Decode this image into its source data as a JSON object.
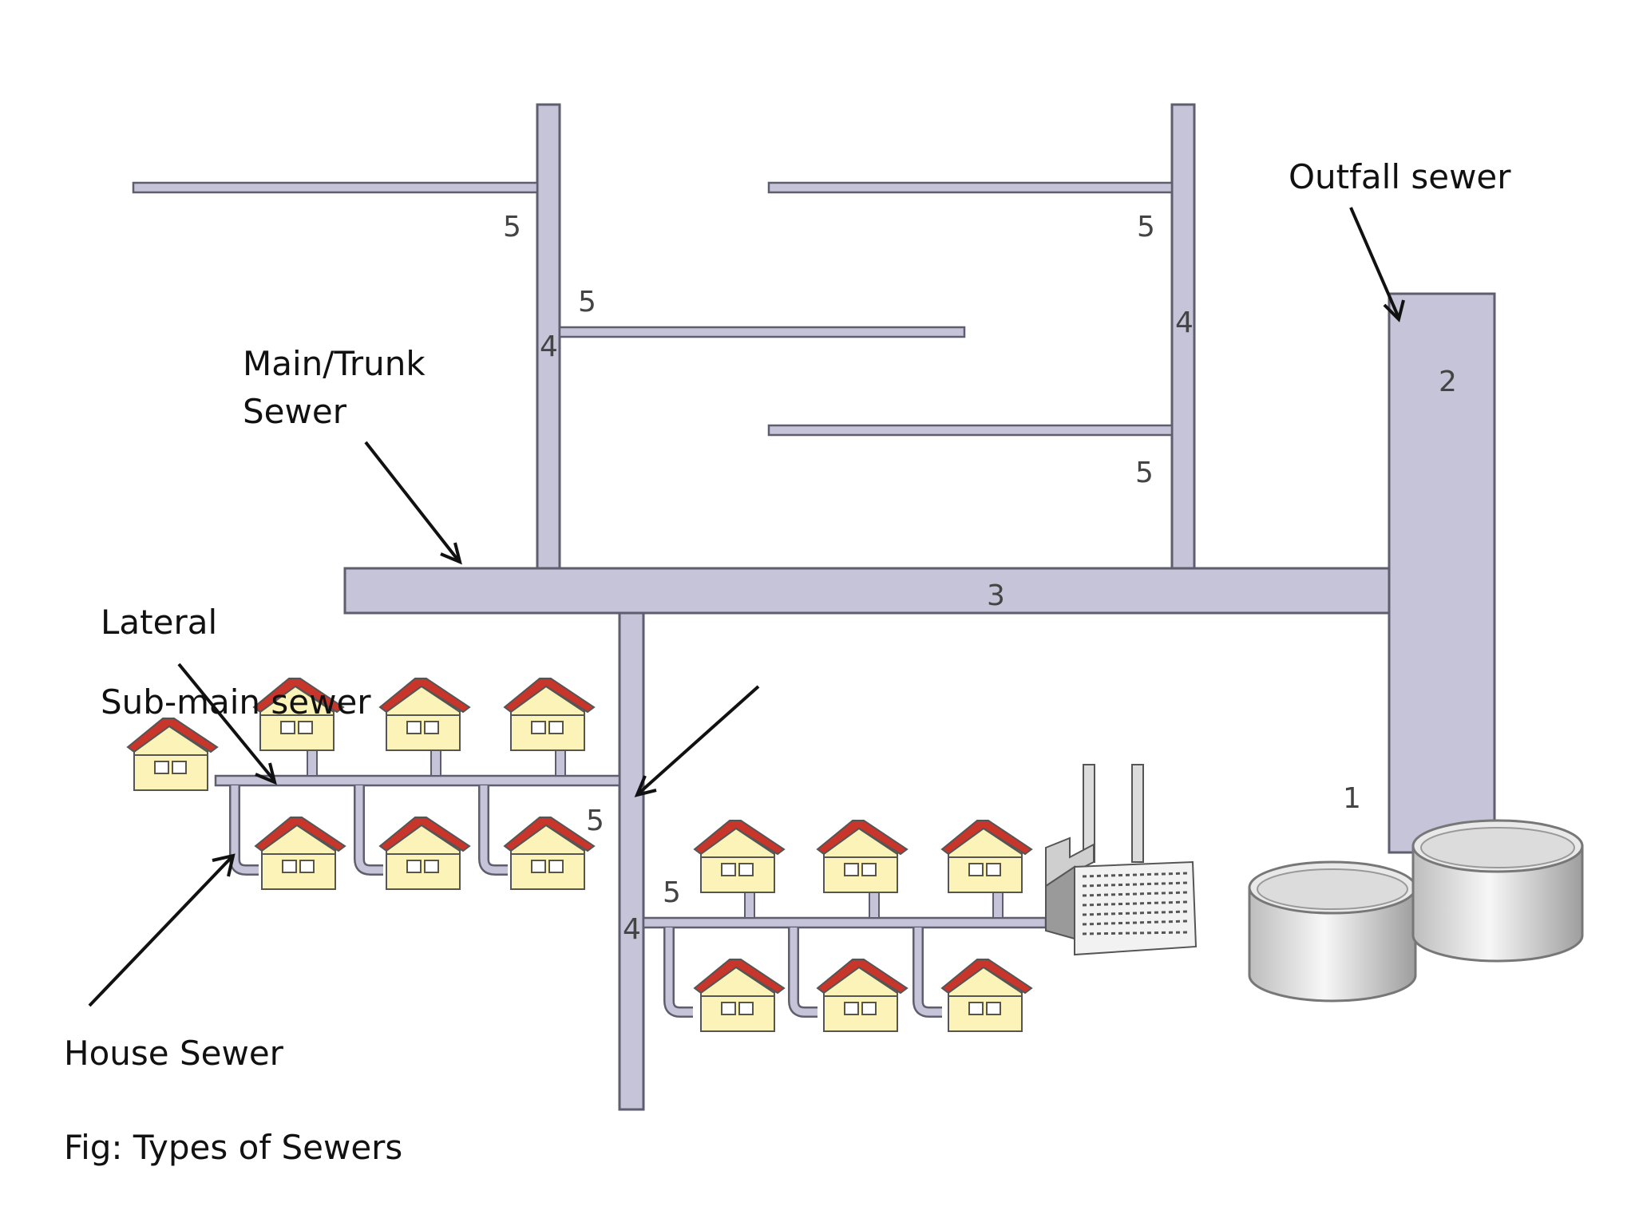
{
  "labels": {
    "outfall_sewer": "Outfall sewer",
    "main_trunk_line1": "Main/Trunk",
    "main_trunk_line2": "Sewer",
    "lateral": "Lateral",
    "sub_main_sewer": "Sub-main sewer",
    "house_sewer": "House Sewer",
    "caption": "Fig: Types of Sewers"
  },
  "numbers": {
    "n1": "1",
    "n2": "2",
    "n3": "3",
    "n4": "4",
    "n5": "5"
  },
  "colors": {
    "pipe": "#c5c4d8",
    "house_wall": "#fbf3b8",
    "house_roof": "#c8352a"
  }
}
